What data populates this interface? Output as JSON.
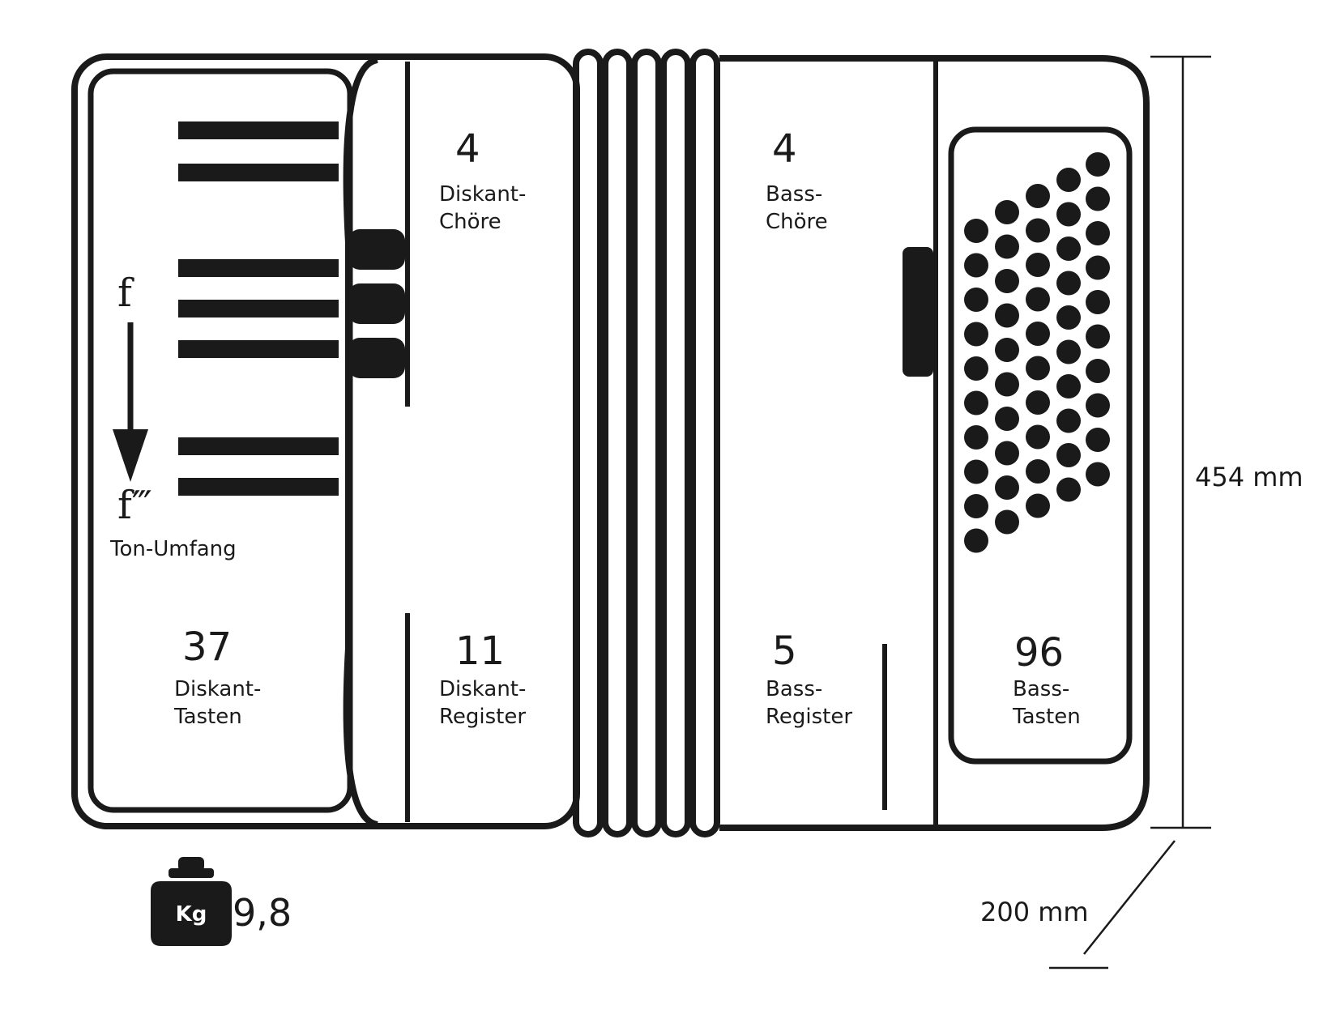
{
  "range": {
    "high_note": "f",
    "low_note": "f‴",
    "label": "Ton-Umfang"
  },
  "treble": {
    "keys_count": "37",
    "keys_label_1": "Diskant-",
    "keys_label_2": "Tasten",
    "choirs_count": "4",
    "choirs_label_1": "Diskant-",
    "choirs_label_2": "Chöre",
    "registers_count": "11",
    "registers_label_1": "Diskant-",
    "registers_label_2": "Register"
  },
  "bass": {
    "choirs_count": "4",
    "choirs_label_1": "Bass-",
    "choirs_label_2": "Chöre",
    "registers_count": "5",
    "registers_label_1": "Bass-",
    "registers_label_2": "Register",
    "buttons_count": "96",
    "buttons_label_1": "Bass-",
    "buttons_label_2": "Tasten"
  },
  "dimensions": {
    "height": "454 mm",
    "depth": "200 mm"
  },
  "weight": {
    "unit": "Kg",
    "value": "9,8"
  },
  "colors": {
    "ink": "#1a1a1a",
    "background": "#ffffff"
  }
}
